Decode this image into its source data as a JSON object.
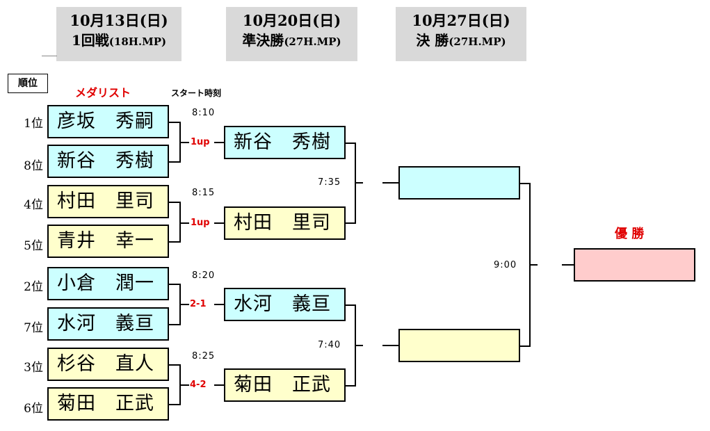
{
  "rounds": [
    {
      "date": "10月13日(日)",
      "name": "1回戦",
      "detail": "(18H.MP)"
    },
    {
      "date": "10月20日(日)",
      "name": "準決勝",
      "detail": "(27H.MP)"
    },
    {
      "date": "10月27日(日)",
      "name": "決 勝",
      "detail": "(27H.MP)"
    }
  ],
  "labels": {
    "rank_header": "順位",
    "medalist": "メダリスト",
    "start_time": "スタート時刻",
    "champion": "優 勝"
  },
  "first_round": [
    {
      "rank": "1位",
      "player": "彦坂　秀嗣"
    },
    {
      "rank": "8位",
      "player": "新谷　秀樹"
    },
    {
      "rank": "4位",
      "player": "村田　里司"
    },
    {
      "rank": "5位",
      "player": "青井　幸一"
    },
    {
      "rank": "2位",
      "player": "小倉　潤一"
    },
    {
      "rank": "7位",
      "player": "水河　義亘"
    },
    {
      "rank": "3位",
      "player": "杉谷　直人"
    },
    {
      "rank": "6位",
      "player": "菊田　正武"
    }
  ],
  "first_round_matches": [
    {
      "time": "8:10",
      "score": "1up"
    },
    {
      "time": "8:15",
      "score": "1up"
    },
    {
      "time": "8:20",
      "score": "2-1"
    },
    {
      "time": "8:25",
      "score": "4-2"
    }
  ],
  "semifinal": [
    {
      "player": "新谷　秀樹"
    },
    {
      "player": "村田　里司"
    },
    {
      "player": "水河　義亘"
    },
    {
      "player": "菊田　正武"
    }
  ],
  "semifinal_matches": [
    {
      "time": "7:35"
    },
    {
      "time": "7:40"
    }
  ],
  "final_match": {
    "time": "9:00"
  },
  "colors": {
    "blue_box": "#ccffff",
    "yellow_box": "#ffffcc",
    "champion_box": "#ffcccc",
    "score_red": "#e00000",
    "header_gray": "#d9d9d9"
  }
}
